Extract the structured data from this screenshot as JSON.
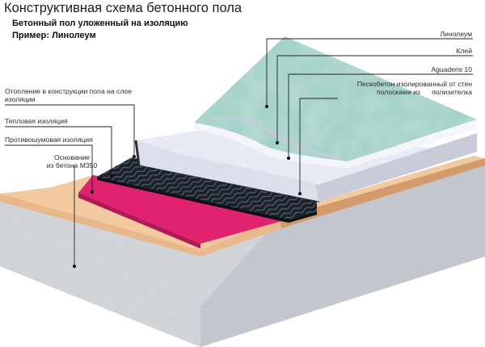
{
  "title": "Конструктивная схема бетонного пола",
  "subtitle": "Бетонный пол уложенный на изоляцию",
  "example": "Пример: Линолеум",
  "labels": {
    "linoleum": "Линолеум",
    "glue": "Клей",
    "aguadens": "Aguadens 10",
    "screed_line1": "Пескобетон изолированный от стен",
    "screed_line2": "полосками из",
    "screed_line3": "полизителка",
    "heating_line1": "Отопление в конструкции пола на слое",
    "heating_line2": "изоляции",
    "thermal": "Тепловая изоляция",
    "noise": "Противошумовая изоляция",
    "base_line1": "Основание",
    "base_line2": "из бетона М350"
  },
  "colors": {
    "concrete": "#cdd1d6",
    "orange_layer": "#f3caa0",
    "pink_layer": "#e0236e",
    "heating_mat": "#1d2229",
    "screed": "#e6e8f2",
    "linoleum": "#9fd0c6",
    "leader_lines": "#222222"
  }
}
